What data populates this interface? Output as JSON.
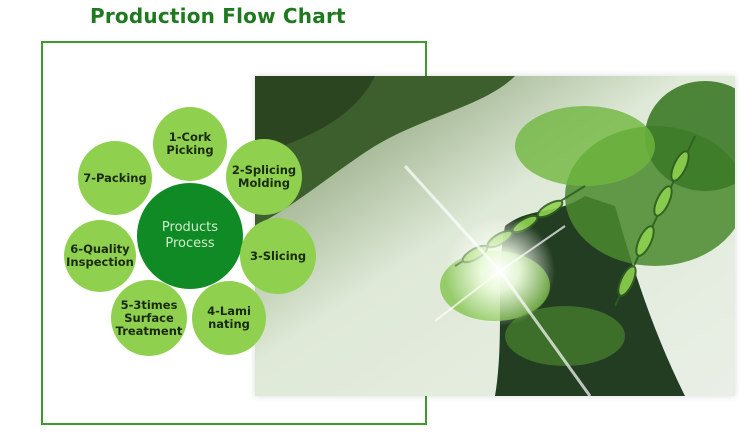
{
  "title": "Production Flow Chart",
  "center": "Products\nProcess",
  "steps": [
    "1-Cork\nPicking",
    "2-Splicing\nMolding",
    "3-Slicing",
    "4-Lami\nnating",
    "5-3times\nSurface\nTreatment",
    "6-Quality\nInspection",
    "7-Packing"
  ],
  "colors": {
    "title": "#1f7a1f",
    "frame": "#3f9a2e",
    "step_circle": "#8fd14f",
    "center_circle": "#0f8a25"
  }
}
